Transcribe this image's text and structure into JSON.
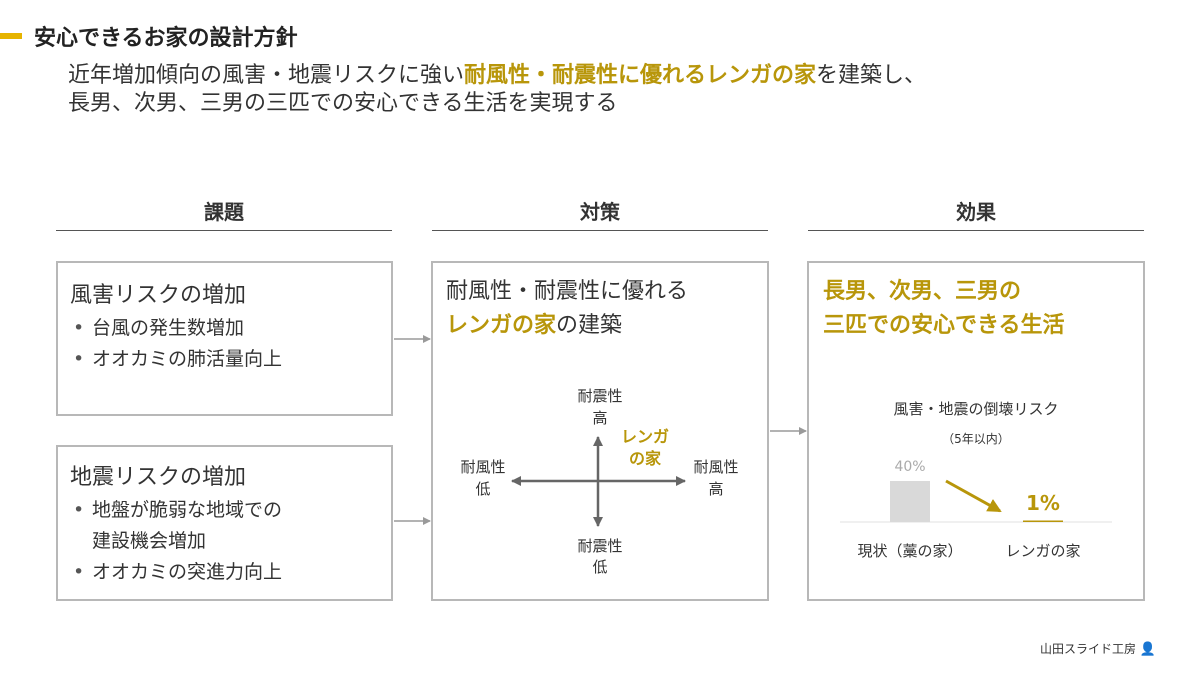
{
  "header": {
    "title": "安心できるお家の設計方針",
    "lead_line1_a": "近年増加傾向の風害・地震リスクに強い",
    "lead_line1_highlight": "耐風性・耐震性に優れるレンガの家",
    "lead_line1_b": "を建築し、",
    "lead_line2": "長男、次男、三男の三匹での安心できる生活を実現する"
  },
  "columns": {
    "issues": "課題",
    "measures": "対策",
    "effects": "効果"
  },
  "issue_wind": {
    "title": "風害リスクの増加",
    "bullets": [
      "台風の発生数増加",
      "オオカミの肺活量向上"
    ]
  },
  "issue_quake": {
    "title": "地震リスクの増加",
    "bullet1_line1": "地盤が脆弱な地域での",
    "bullet1_line2": "建設機会増加",
    "bullet2": "オオカミの突進力向上"
  },
  "measure": {
    "line1": "耐風性・耐震性に優れる",
    "line2_highlight": "レンガの家",
    "line2_rest": "の建築",
    "matrix": {
      "top_l1": "耐震性",
      "top_l2": "高",
      "bottom_l1": "耐震性",
      "bottom_l2": "低",
      "left_l1": "耐風性",
      "left_l2": "低",
      "right_l1": "耐風性",
      "right_l2": "高",
      "point_l1": "レンガ",
      "point_l2": "の家",
      "point_color": "#b8960a"
    }
  },
  "effect": {
    "line1": "長男、次男、三男の",
    "line2": "三匹での安心できる生活"
  },
  "chart_data": {
    "type": "bar",
    "title": "風害・地震の倒壊リスク",
    "subtitle": "（5年以内）",
    "categories": [
      "現状（藁の家）",
      "レンガの家"
    ],
    "values": [
      40,
      1
    ],
    "value_labels": [
      "40%",
      "1%"
    ],
    "colors": [
      "#d9d9d9",
      "#b8960a"
    ],
    "ylim": [
      0,
      40
    ]
  },
  "footer": {
    "text": "山田スライド工房"
  }
}
